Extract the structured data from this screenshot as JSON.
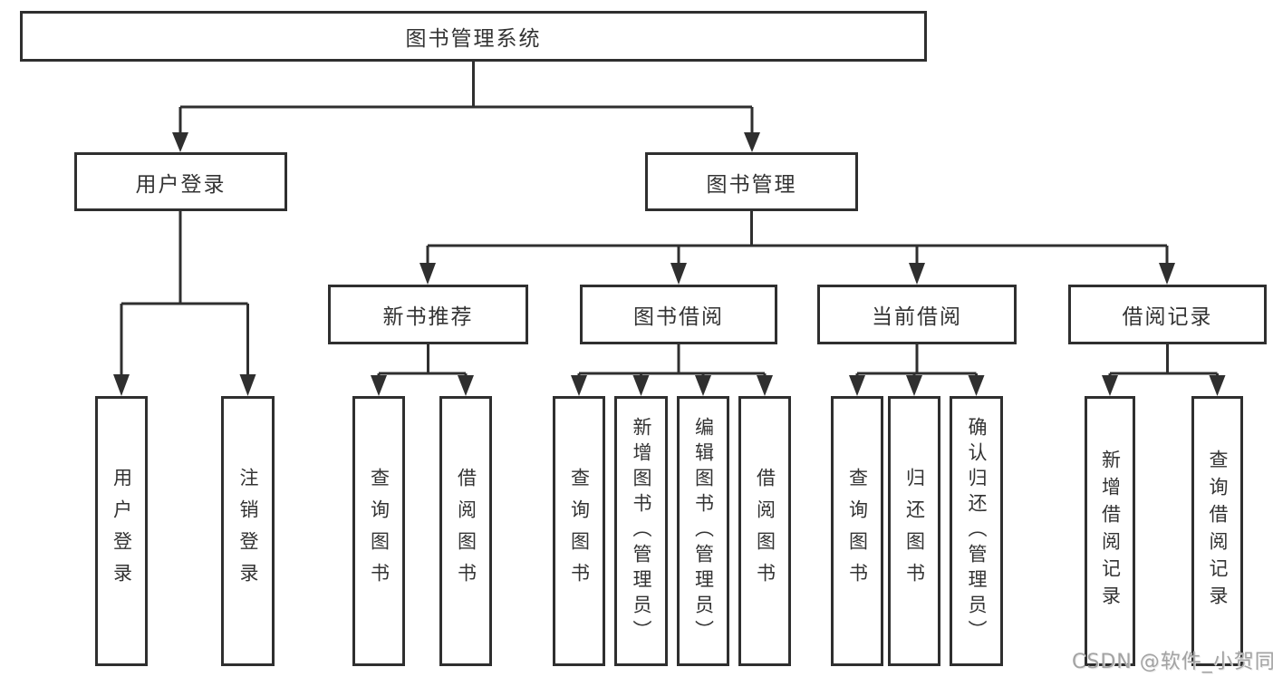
{
  "diagram_type": "hierarchy-tree",
  "colors": {
    "line": "#2f2f2f",
    "box_border": "#2f2f2f",
    "text": "#333333",
    "watermark": "#a3a3a3",
    "background": "#ffffff"
  },
  "watermark": "CSDN @软件_小贺同学",
  "tree": {
    "label": "图书管理系统",
    "children": [
      {
        "label": "用户登录",
        "children": [
          {
            "label": "用户登录"
          },
          {
            "label": "注销登录"
          }
        ]
      },
      {
        "label": "图书管理",
        "children": [
          {
            "label": "新书推荐",
            "children": [
              {
                "label": "查询图书"
              },
              {
                "label": "借阅图书"
              }
            ]
          },
          {
            "label": "图书借阅",
            "children": [
              {
                "label": "查询图书"
              },
              {
                "label": "新增图书（管理员）"
              },
              {
                "label": "编辑图书（管理员）"
              },
              {
                "label": "借阅图书"
              }
            ]
          },
          {
            "label": "当前借阅",
            "children": [
              {
                "label": "查询图书"
              },
              {
                "label": "归还图书"
              },
              {
                "label": "确认归还（管理员）"
              }
            ]
          },
          {
            "label": "借阅记录",
            "children": [
              {
                "label": "新增借阅记录"
              },
              {
                "label": "查询借阅记录"
              }
            ]
          }
        ]
      }
    ]
  }
}
